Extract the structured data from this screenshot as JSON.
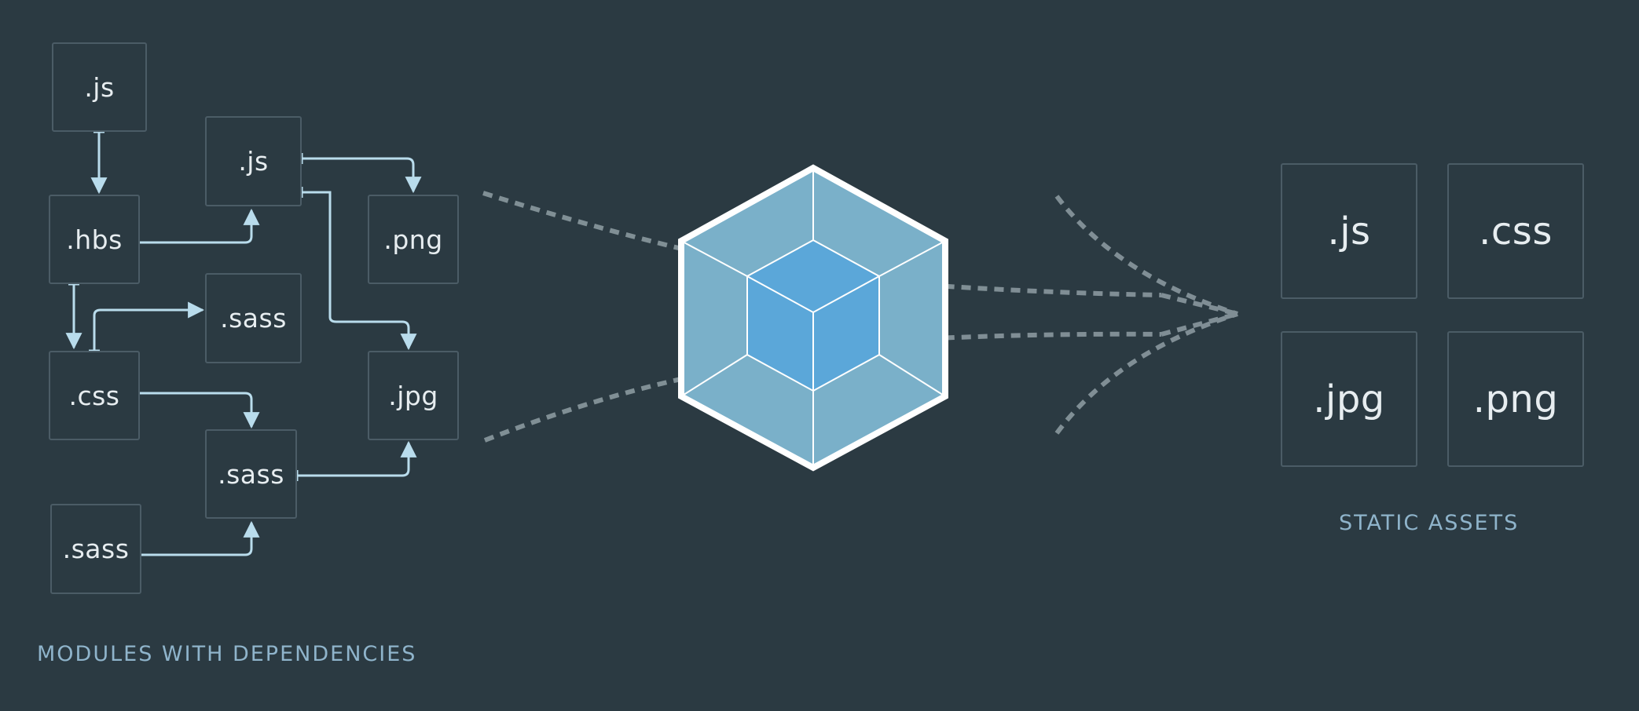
{
  "modules": {
    "caption": "MODULES WITH DEPENDENCIES",
    "items": [
      {
        "id": "js-top",
        "label": ".js"
      },
      {
        "id": "js-mid",
        "label": ".js"
      },
      {
        "id": "hbs",
        "label": ".hbs"
      },
      {
        "id": "png",
        "label": ".png"
      },
      {
        "id": "sass-a",
        "label": ".sass"
      },
      {
        "id": "css",
        "label": ".css"
      },
      {
        "id": "jpg",
        "label": ".jpg"
      },
      {
        "id": "sass-b",
        "label": ".sass"
      },
      {
        "id": "sass-c",
        "label": ".sass"
      }
    ]
  },
  "bundler": {
    "icon": "webpack-cube-icon",
    "colors": {
      "outer": "#7ab0c9",
      "inner": "#5ba7d9",
      "stroke": "#ffffff"
    }
  },
  "assets": {
    "caption": "STATIC ASSETS",
    "items": [
      {
        "id": "asset-js",
        "label": ".js"
      },
      {
        "id": "asset-css",
        "label": ".css"
      },
      {
        "id": "asset-jpg",
        "label": ".jpg"
      },
      {
        "id": "asset-png",
        "label": ".png"
      }
    ]
  },
  "colors": {
    "background": "#2b3a42",
    "box_border": "#4b5c66",
    "arrow": "#b9dcec",
    "dashed": "#85939a",
    "caption": "#8fb4cb"
  }
}
